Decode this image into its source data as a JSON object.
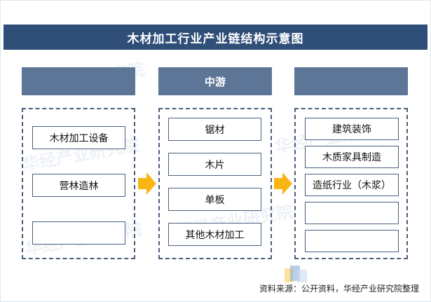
{
  "title": "木材加工行业产业链结构示意图",
  "watermark": "华经产业研究院",
  "stages": [
    {
      "header": "",
      "items": [
        "木材加工设备",
        "营林造林",
        ""
      ]
    },
    {
      "header": "中游",
      "items": [
        "锯材",
        "木片",
        "单板",
        "其他木材加工"
      ]
    },
    {
      "header": "",
      "items": [
        "建筑装饰",
        "木质家具制造",
        "造纸行业（木浆）",
        "",
        ""
      ]
    }
  ],
  "source": "资料来源：公开资料，华经产业研究院整理",
  "colors": {
    "title_bar": "#2f4f79",
    "stage_header": "#5d7597",
    "box_border": "#4a5f7f",
    "arrow": "#f7b613"
  }
}
